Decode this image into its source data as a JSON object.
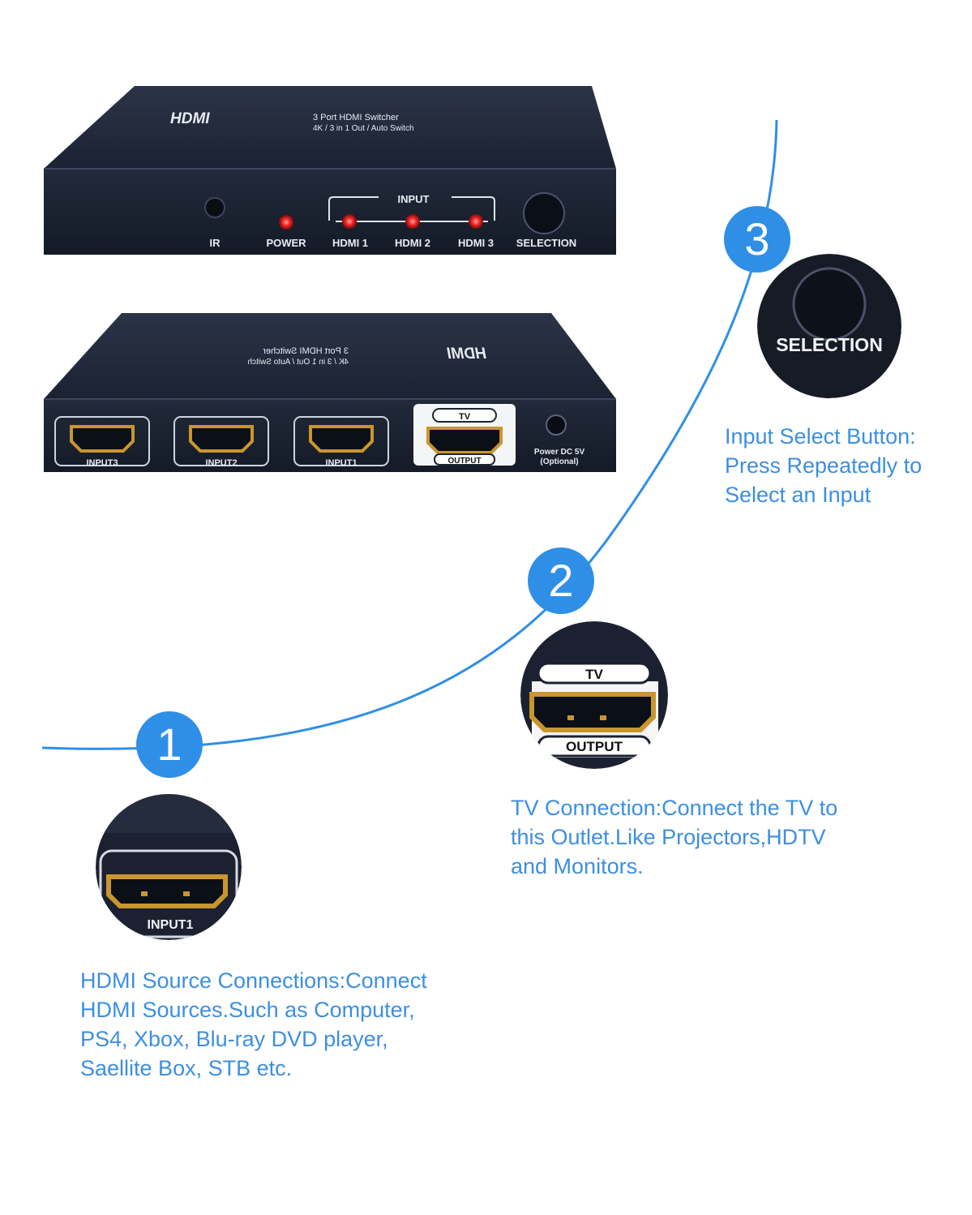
{
  "front_panel": {
    "brand": "HDMI",
    "model_line1": "3 Port HDMI Switcher",
    "model_line2": "4K / 3 in 1 Out / Auto Switch",
    "input_group_label": "INPUT",
    "labels": {
      "ir": "IR",
      "power": "POWER",
      "hdmi1": "HDMI 1",
      "hdmi2": "HDMI 2",
      "hdmi3": "HDMI 3",
      "selection": "SELECTION"
    },
    "led_color": "#ff2a2a"
  },
  "back_panel": {
    "ports": [
      "INPUT3",
      "INPUT2",
      "INPUT1"
    ],
    "tv_label": "TV",
    "output_label": "OUTPUT",
    "power_label_line1": "Power DC 5V",
    "power_label_line2": "(Optional)"
  },
  "callouts": [
    {
      "number": "1",
      "zoom_label": "INPUT1",
      "caption_lines": [
        "HDMI Source Connections:Connect",
        "HDMI Sources.Such as Computer,",
        "PS4, Xbox, Blu-ray DVD player,",
        "Saellite Box, STB etc."
      ]
    },
    {
      "number": "2",
      "zoom_label_top": "TV",
      "zoom_label_bottom": "OUTPUT",
      "caption_lines": [
        "TV Connection:Connect the TV to",
        "this Outlet.Like Projectors,HDTV",
        "and Monitors."
      ]
    },
    {
      "number": "3",
      "zoom_label": "SELECTION",
      "caption_lines": [
        "Input Select Button:",
        "Press Repeatedly to",
        "Select an Input"
      ]
    }
  ],
  "colors": {
    "accent_blue": "#2f8fe6",
    "caption_blue": "#3d8fe0",
    "device_body": "#1d2433",
    "port_gold": "#c9962e"
  }
}
